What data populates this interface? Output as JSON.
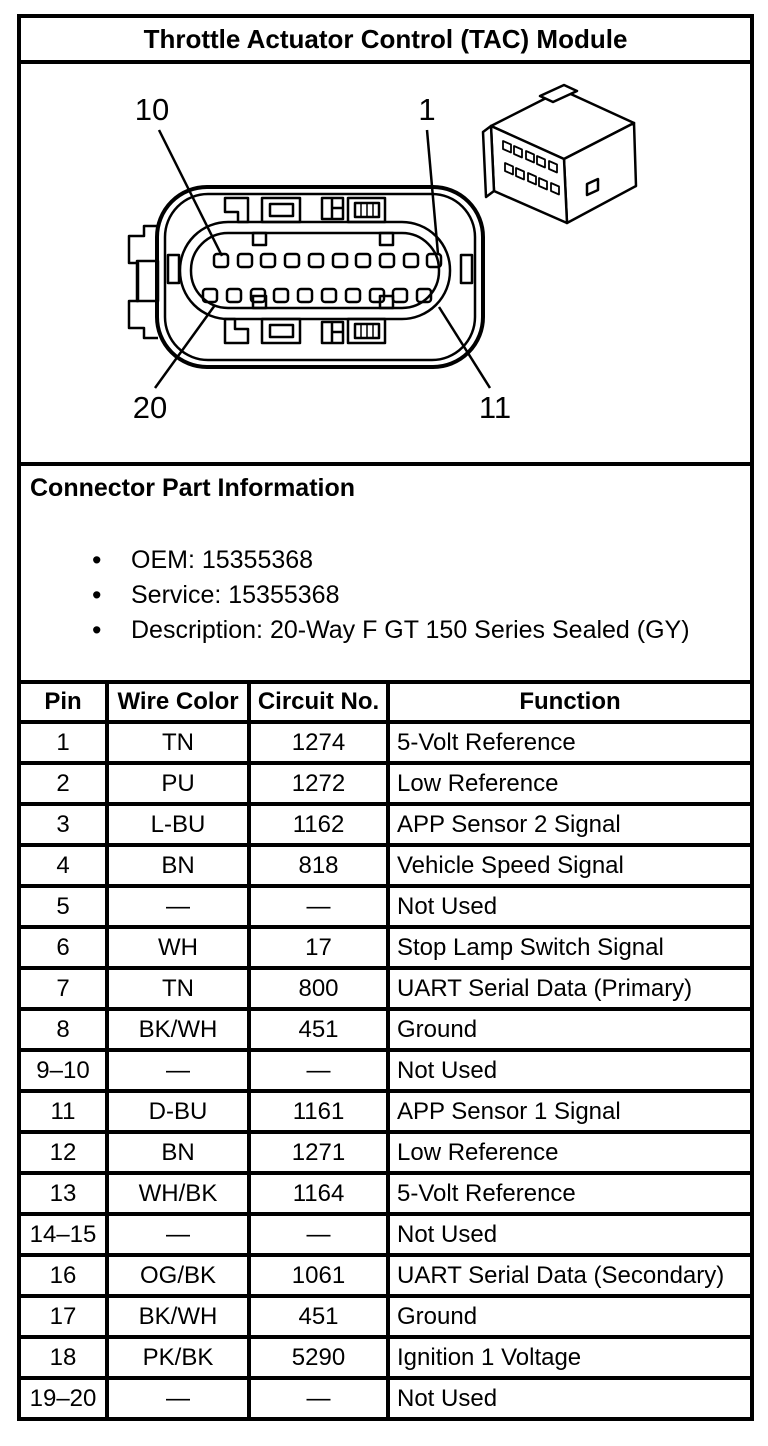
{
  "page": {
    "title": "Throttle Actuator Control (TAC) Module"
  },
  "diagram": {
    "callouts": {
      "top_left": "10",
      "top_right": "1",
      "bottom_left": "20",
      "bottom_right": "11"
    }
  },
  "part_info": {
    "heading": "Connector Part Information",
    "items": [
      "OEM: 15355368",
      "Service: 15355368",
      "Description: 20-Way F GT 150 Series Sealed (GY)"
    ]
  },
  "pin_table": {
    "headers": [
      "Pin",
      "Wire Color",
      "Circuit No.",
      "Function"
    ],
    "rows": [
      [
        "1",
        "TN",
        "1274",
        "5-Volt Reference"
      ],
      [
        "2",
        "PU",
        "1272",
        "Low Reference"
      ],
      [
        "3",
        "L-BU",
        "1162",
        "APP Sensor 2 Signal"
      ],
      [
        "4",
        "BN",
        "818",
        "Vehicle Speed Signal"
      ],
      [
        "5",
        "—",
        "—",
        "Not Used"
      ],
      [
        "6",
        "WH",
        "17",
        "Stop Lamp Switch Signal"
      ],
      [
        "7",
        "TN",
        "800",
        "UART Serial Data (Primary)"
      ],
      [
        "8",
        "BK/WH",
        "451",
        "Ground"
      ],
      [
        "9–10",
        "—",
        "—",
        "Not Used"
      ],
      [
        "11",
        "D-BU",
        "1161",
        "APP Sensor 1 Signal"
      ],
      [
        "12",
        "BN",
        "1271",
        "Low Reference"
      ],
      [
        "13",
        "WH/BK",
        "1164",
        "5-Volt Reference"
      ],
      [
        "14–15",
        "—",
        "—",
        "Not Used"
      ],
      [
        "16",
        "OG/BK",
        "1061",
        "UART Serial Data (Secondary)"
      ],
      [
        "17",
        "BK/WH",
        "451",
        "Ground"
      ],
      [
        "18",
        "PK/BK",
        "5290",
        "Ignition 1 Voltage"
      ],
      [
        "19–20",
        "—",
        "—",
        "Not Used"
      ]
    ]
  },
  "colors": {
    "ink": "#000000",
    "paper": "#ffffff"
  }
}
